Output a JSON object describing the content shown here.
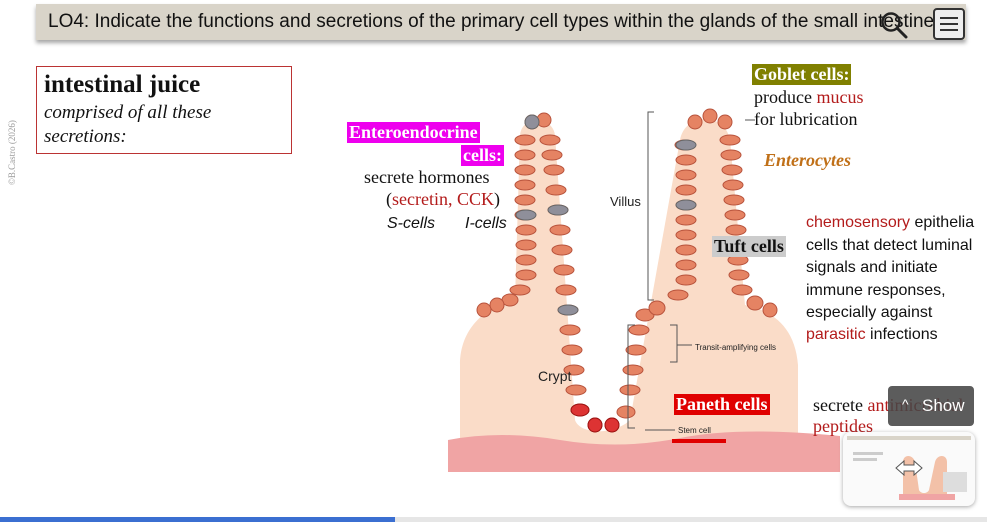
{
  "slide": {
    "title": "LO4: Indicate the functions and secretions of the primary cell types within the glands of the small intestine",
    "copyright": "©B.Castro (2026)"
  },
  "juice_box": {
    "title": "intestinal juice",
    "subtitle": "comprised of all these secretions:"
  },
  "enteroendocrine": {
    "label_line1": "Enteroendocrine",
    "label_line2": "cells:",
    "desc1": "secrete hormones",
    "paren_open": "(",
    "hormones": "secretin, CCK",
    "paren_close": ")",
    "s_cells": "S-cells",
    "i_cells": "I-cells"
  },
  "goblet": {
    "label": "Goblet cells:",
    "desc_prefix": "produce ",
    "mucus": "mucus",
    "desc2": "for lubrication"
  },
  "enterocytes": {
    "label": "Enterocytes"
  },
  "tuft": {
    "label": "Tuft cells",
    "line1_red": "chemosensory",
    "line1_rest": " epithelia",
    "line2": "cells that detect luminal",
    "line3": "signals and initiate",
    "line4": "immune responses,",
    "line5": "especially against",
    "line6_red": "parasitic",
    "line6_rest": " infections"
  },
  "paneth": {
    "label": "Paneth cells",
    "desc_prefix": "secrete ",
    "desc_red": "antimicrobial",
    "desc_red2": "peptides"
  },
  "diagram": {
    "villus": "Villus",
    "crypt": "Crypt",
    "transit": "Transit-amplifying cells",
    "stem": "Stem cell"
  },
  "controls": {
    "show_label": "Show",
    "show_caret": "^"
  },
  "progress": {
    "fraction": 0.4
  }
}
